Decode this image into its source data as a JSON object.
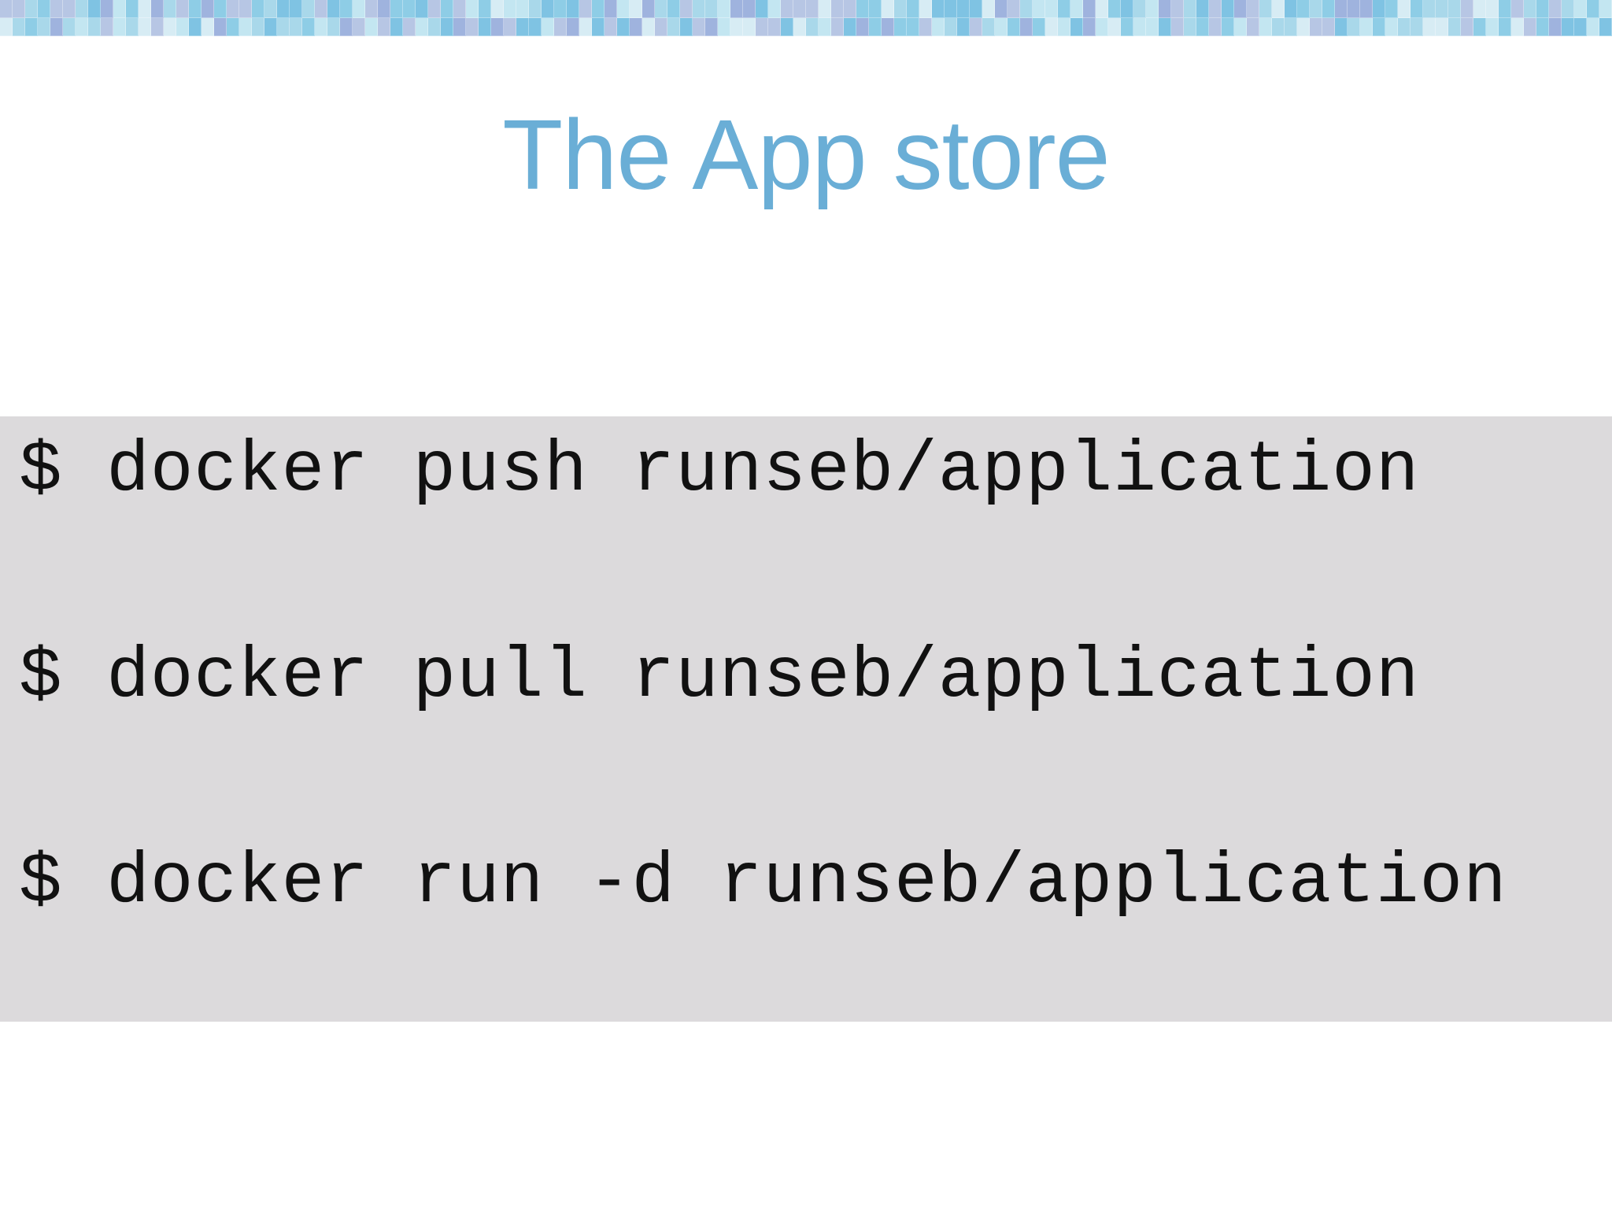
{
  "slide": {
    "title": "The App store"
  },
  "code": {
    "lines": [
      "$ docker push runseb/application",
      "$ docker pull runseb/application",
      "$ docker run -d runseb/application"
    ]
  },
  "colors": {
    "title": "#6aaed6",
    "code_background": "#dcdadc",
    "code_text": "#111111",
    "banner_palette": [
      "#a9d8ea",
      "#8ecde6",
      "#c3e6f1",
      "#b7c6e4",
      "#9fb3de",
      "#d7ecf4",
      "#7fc3e3"
    ]
  }
}
